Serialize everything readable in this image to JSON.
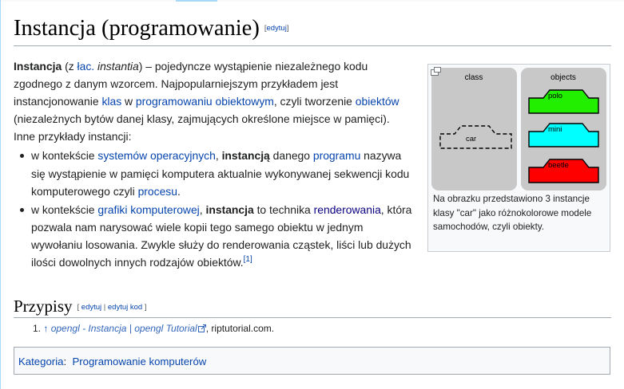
{
  "page": {
    "title": "Instancja (programowanie)",
    "edit_link": "edytuj"
  },
  "intro": {
    "term": "Instancja",
    "p1": " (z ",
    "lat_link": "łac.",
    "p2": " ",
    "lat_word": "instantia",
    "p3": ") – pojedyncze wystąpienie niezależnego kodu zgodnego z danym wzorcem. Najpopularniejszym przykładem jest instancjonowanie ",
    "link_klas": "klas",
    "p4": " w ",
    "link_oop": "programowaniu obiektowym",
    "p5": ", czyli tworzenie ",
    "link_obiektow": "obiektów",
    "p6": " (niezależnych bytów danej klasy, zajmujących określone miejsce w pamięci). Inne przykłady instancji:"
  },
  "bullets": [
    {
      "t1": "w kontekście ",
      "link1": "systemów operacyjnych",
      "t2": ", ",
      "bold": "instancją",
      "t3": " danego ",
      "link2": "programu",
      "t4": " nazywa się wystąpienie w pamięci komputera aktualnie wykonywanej sekwencji kodu komputerowego czyli ",
      "link3": "procesu",
      "t5": "."
    },
    {
      "t1": "w kontekście ",
      "link1": "grafiki komputerowej",
      "t2": ", ",
      "bold": "instancja",
      "t3": " to technika ",
      "link2": "renderowania",
      "t4": ", która pozwala nam narysować wiele kopii tego samego obiektu w jednym wywołaniu losowania. Zwykle służy do renderowania cząstek, liści lub dużych ilości dowolnych innych rodzajów obiektów.",
      "ref": "[1]"
    }
  ],
  "figure": {
    "label_class": "class",
    "label_objects": "objects",
    "class_car": "car",
    "objects": [
      {
        "name": "polo",
        "color": "#22ee00"
      },
      {
        "name": "mini",
        "color": "#00ffff"
      },
      {
        "name": "beetle",
        "color": "#ff0000"
      }
    ],
    "caption": "Na obrazku przedstawiono 3 instancje klasy \"car\" jako różnokolorowe modele samochodów, czyli obiekty.",
    "magnify_icon": "magnify-icon"
  },
  "refs_section": {
    "title": "Przypisy",
    "edit1": "edytuj",
    "edit2": "edytuj kod",
    "items": [
      {
        "num": "1.",
        "backlink": "↑",
        "link1": "opengl - Instancja",
        "sep": " | ",
        "link2": "opengl Tutorial",
        "external_icon": "external-link-icon",
        "rest": ", riptutorial.com."
      }
    ]
  },
  "categories": {
    "label": "Kategoria",
    "colon": ":",
    "items": [
      "Programowanie komputerów"
    ]
  },
  "colors": {
    "link": "#0645ad",
    "visited": "#0b0080",
    "external": "#3366bb"
  }
}
